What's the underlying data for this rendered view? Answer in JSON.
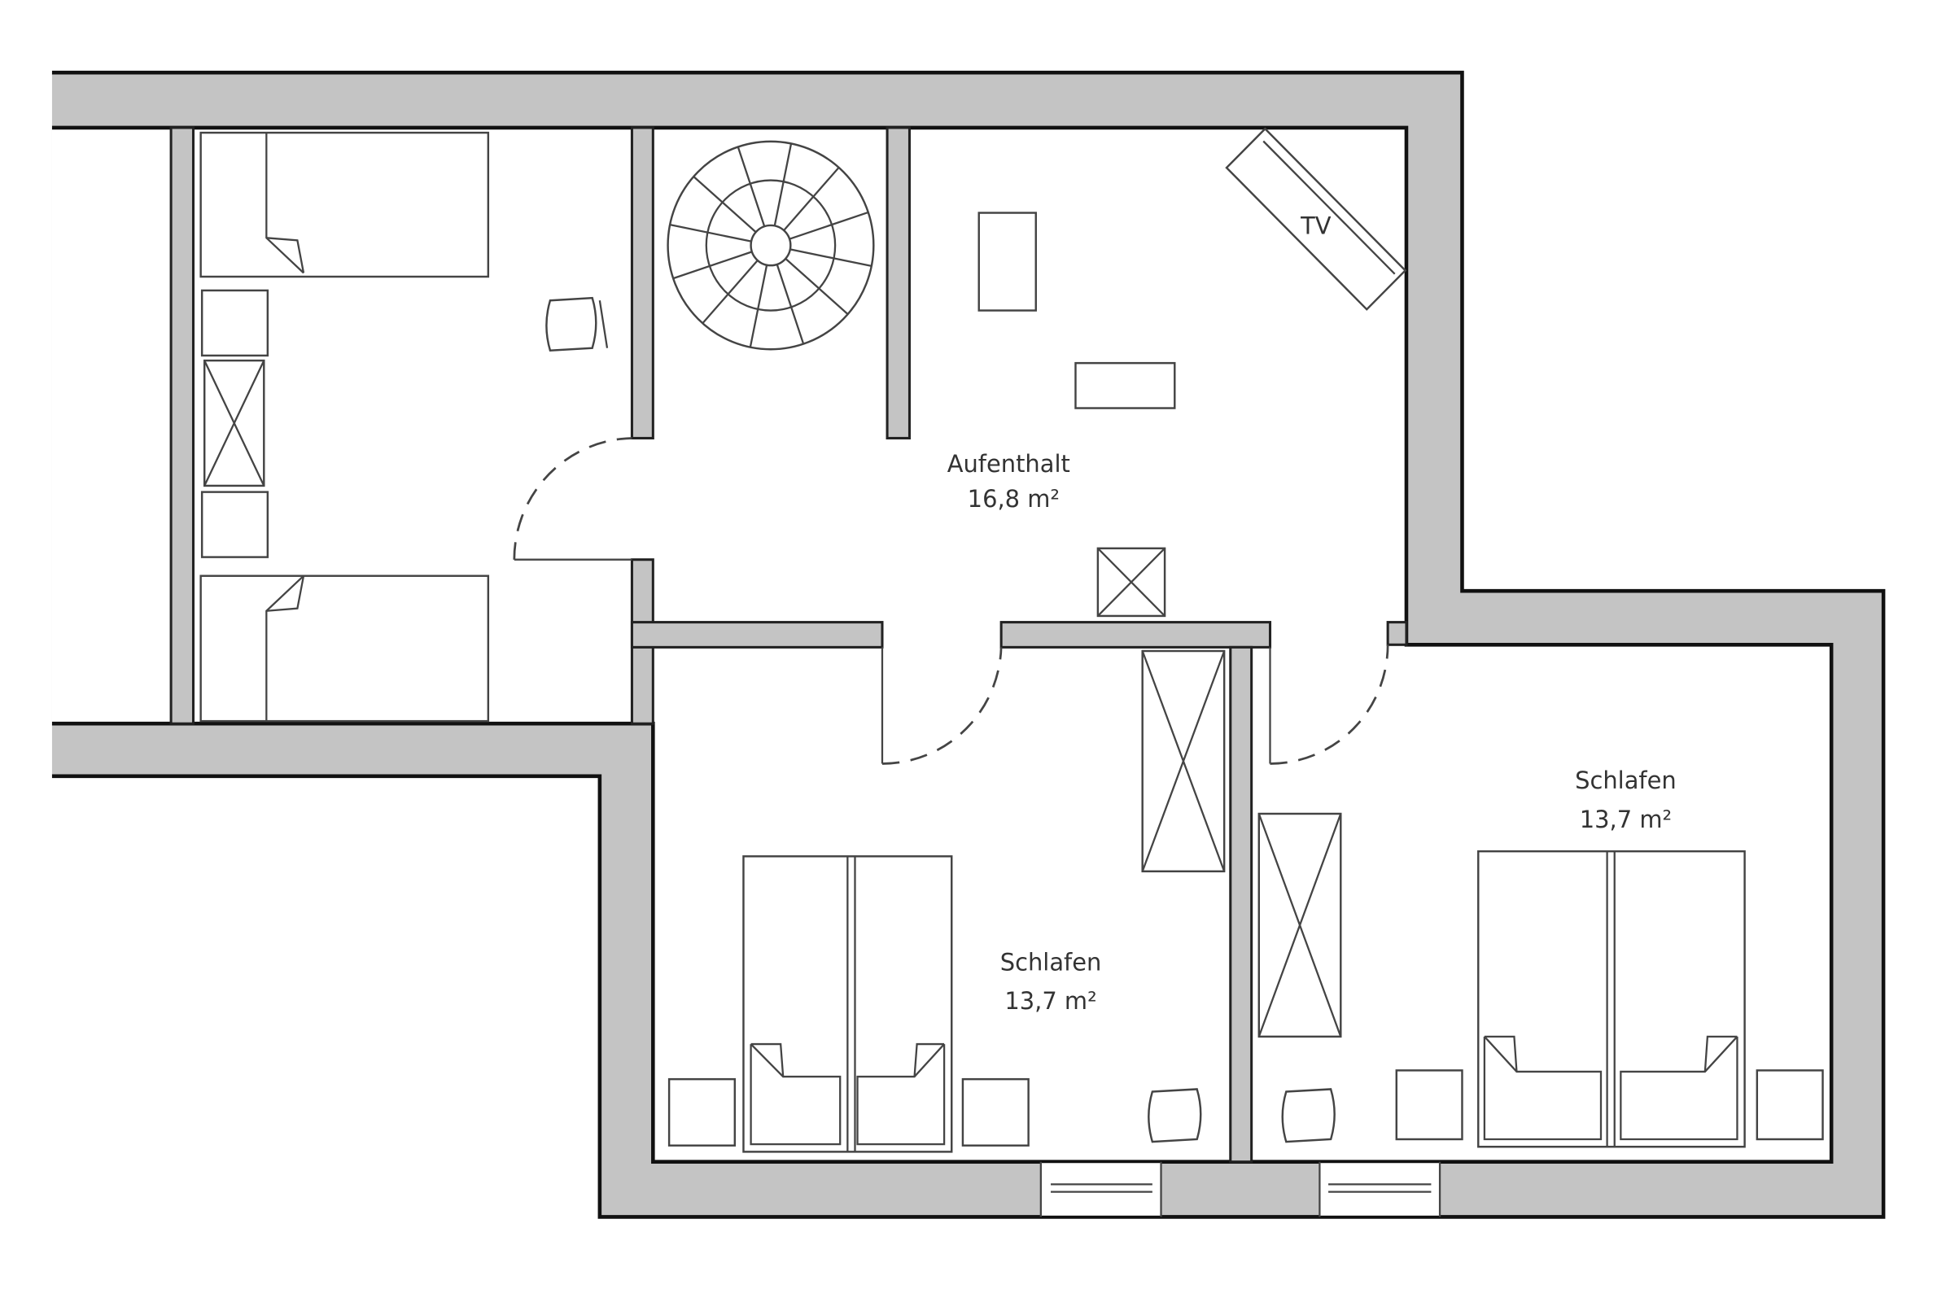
{
  "title": "Floor plan",
  "rooms": [
    {
      "name": "Aufenthalt",
      "area": "16,8 m²"
    },
    {
      "name": "Schlafen",
      "area": "13,7 m²"
    },
    {
      "name": "Schlafen",
      "area": "13,7 m²"
    }
  ],
  "tv_label": "TV",
  "colors": {
    "wall": "#c4c4c4",
    "line": "#222222",
    "background": "#ffffff"
  }
}
